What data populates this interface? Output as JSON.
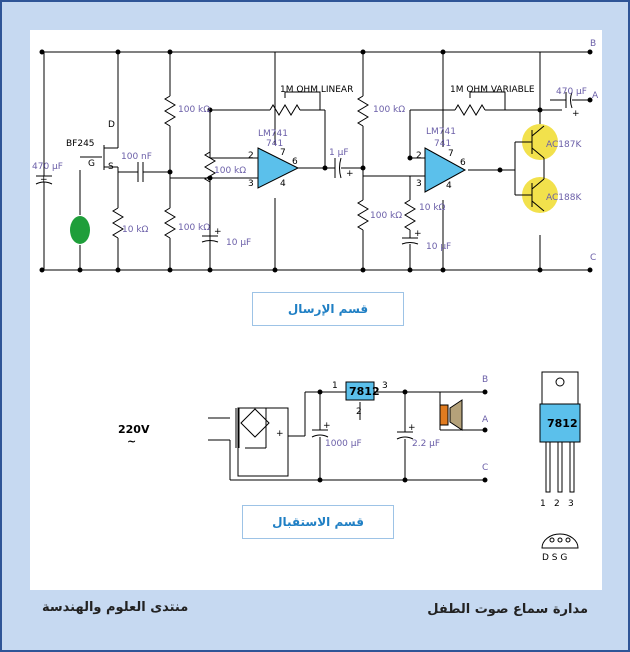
{
  "transmitter": {
    "caption": "قسم الإرسال",
    "labels": {
      "bf245": "BF245",
      "d": "D",
      "g": "G",
      "s": "S",
      "c470": "470 µF",
      "c100n": "100 nF",
      "r10k": "10 kΩ",
      "r100k_a": "100 kΩ",
      "r100k_b": "100 kΩ",
      "r100k_c": "100 kΩ",
      "c10u_a": "10 µF",
      "lm741_a": "LM741",
      "n741_a": "741",
      "pin2_a": "2",
      "pin3_a": "3",
      "pin6_a": "6",
      "pin7_a": "7",
      "pin4_a": "4",
      "pot_linear": "1M OHM LINEAR",
      "c1u": "1 µF",
      "r100k_d": "100 kΩ",
      "r100k_e": "100 kΩ",
      "lm741_b": "LM741",
      "n741_b": "741",
      "pin2_b": "2",
      "pin3_b": "3",
      "pin6_b": "6",
      "pin7_b": "7",
      "pin4_b": "4",
      "r10k_b": "10 kΩ",
      "c10u_b": "10 µF",
      "pot_variable": "1M OHM VARIABLE",
      "c470_out": "470 µF",
      "q1": "AC187K",
      "q2": "AC188K",
      "term_b": "B",
      "term_a": "A",
      "term_c": "C",
      "plus": "+"
    }
  },
  "receiver": {
    "caption": "قسم الاستقبال",
    "labels": {
      "v220": "220V",
      "tilde": "~",
      "reg": "7812",
      "pin1": "1",
      "pin2": "2",
      "pin3": "3",
      "c1000": "1000 µF",
      "c22": "2.2 µF",
      "term_b": "B",
      "term_a": "A",
      "term_c": "C",
      "plus": "+"
    }
  },
  "package": {
    "label": "7812",
    "pins": [
      "1",
      "2",
      "3"
    ],
    "dsg": "D S G"
  },
  "footer": {
    "left": "منتدى العلوم والهندسة",
    "right": "مدارة سماع صوت الطفل"
  },
  "colors": {
    "wire": "#000000",
    "label": "#6b5fa8",
    "opamp": "#5bc0eb",
    "transistor": "#f2e14c",
    "mic": "#1e9e3a",
    "reg": "#5bc0eb",
    "speaker": "#e07b20"
  }
}
